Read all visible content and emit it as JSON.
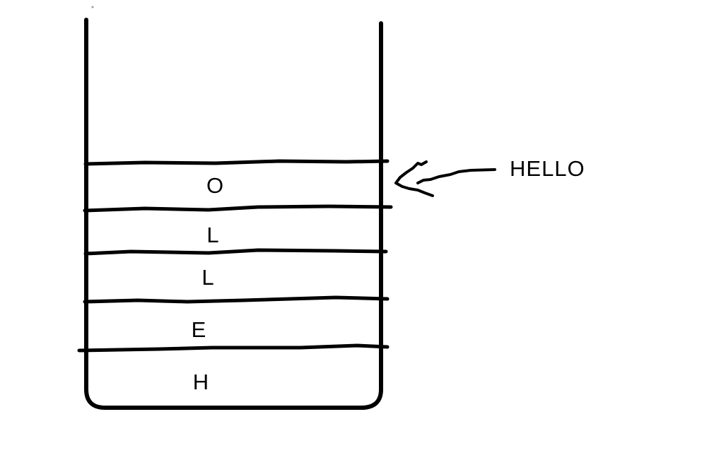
{
  "diagram": {
    "type": "hand-drawn stack",
    "stack": {
      "items": [
        {
          "label": "O"
        },
        {
          "label": "L"
        },
        {
          "label": "L"
        },
        {
          "label": "E"
        },
        {
          "label": "H"
        }
      ]
    },
    "annotation": {
      "label": "HELLO"
    },
    "colors": {
      "ink": "#000000",
      "background": "#ffffff",
      "stray_mark": "#9a9a9a"
    }
  }
}
